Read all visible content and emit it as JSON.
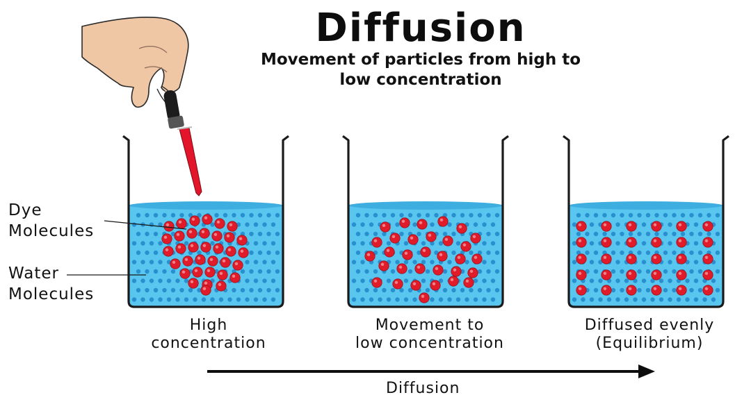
{
  "title": "Diffusion",
  "subtitle_line1": "Movement of particles from high to",
  "subtitle_line2": "low concentration",
  "side_labels": {
    "dye_line1": "Dye",
    "dye_line2": "Molecules",
    "water_line1": "Water",
    "water_line2": "Molecules"
  },
  "beakers": [
    {
      "label_line1": "High",
      "label_line2": "concentration"
    },
    {
      "label_line1": "Movement to",
      "label_line2": "low concentration"
    },
    {
      "label_line1": "Diffused evenly",
      "label_line2": "(Equilibrium)"
    }
  ],
  "arrow_label": "Diffusion",
  "colors": {
    "water": "#58c6ee",
    "water_surface": "#3eaee0",
    "water_molecule": "#2a8fcf",
    "dye": "#e01c2a",
    "beaker_outline": "#1a1a1a",
    "dropper_dye": "#e3152a",
    "skin": "#efc7a5"
  }
}
